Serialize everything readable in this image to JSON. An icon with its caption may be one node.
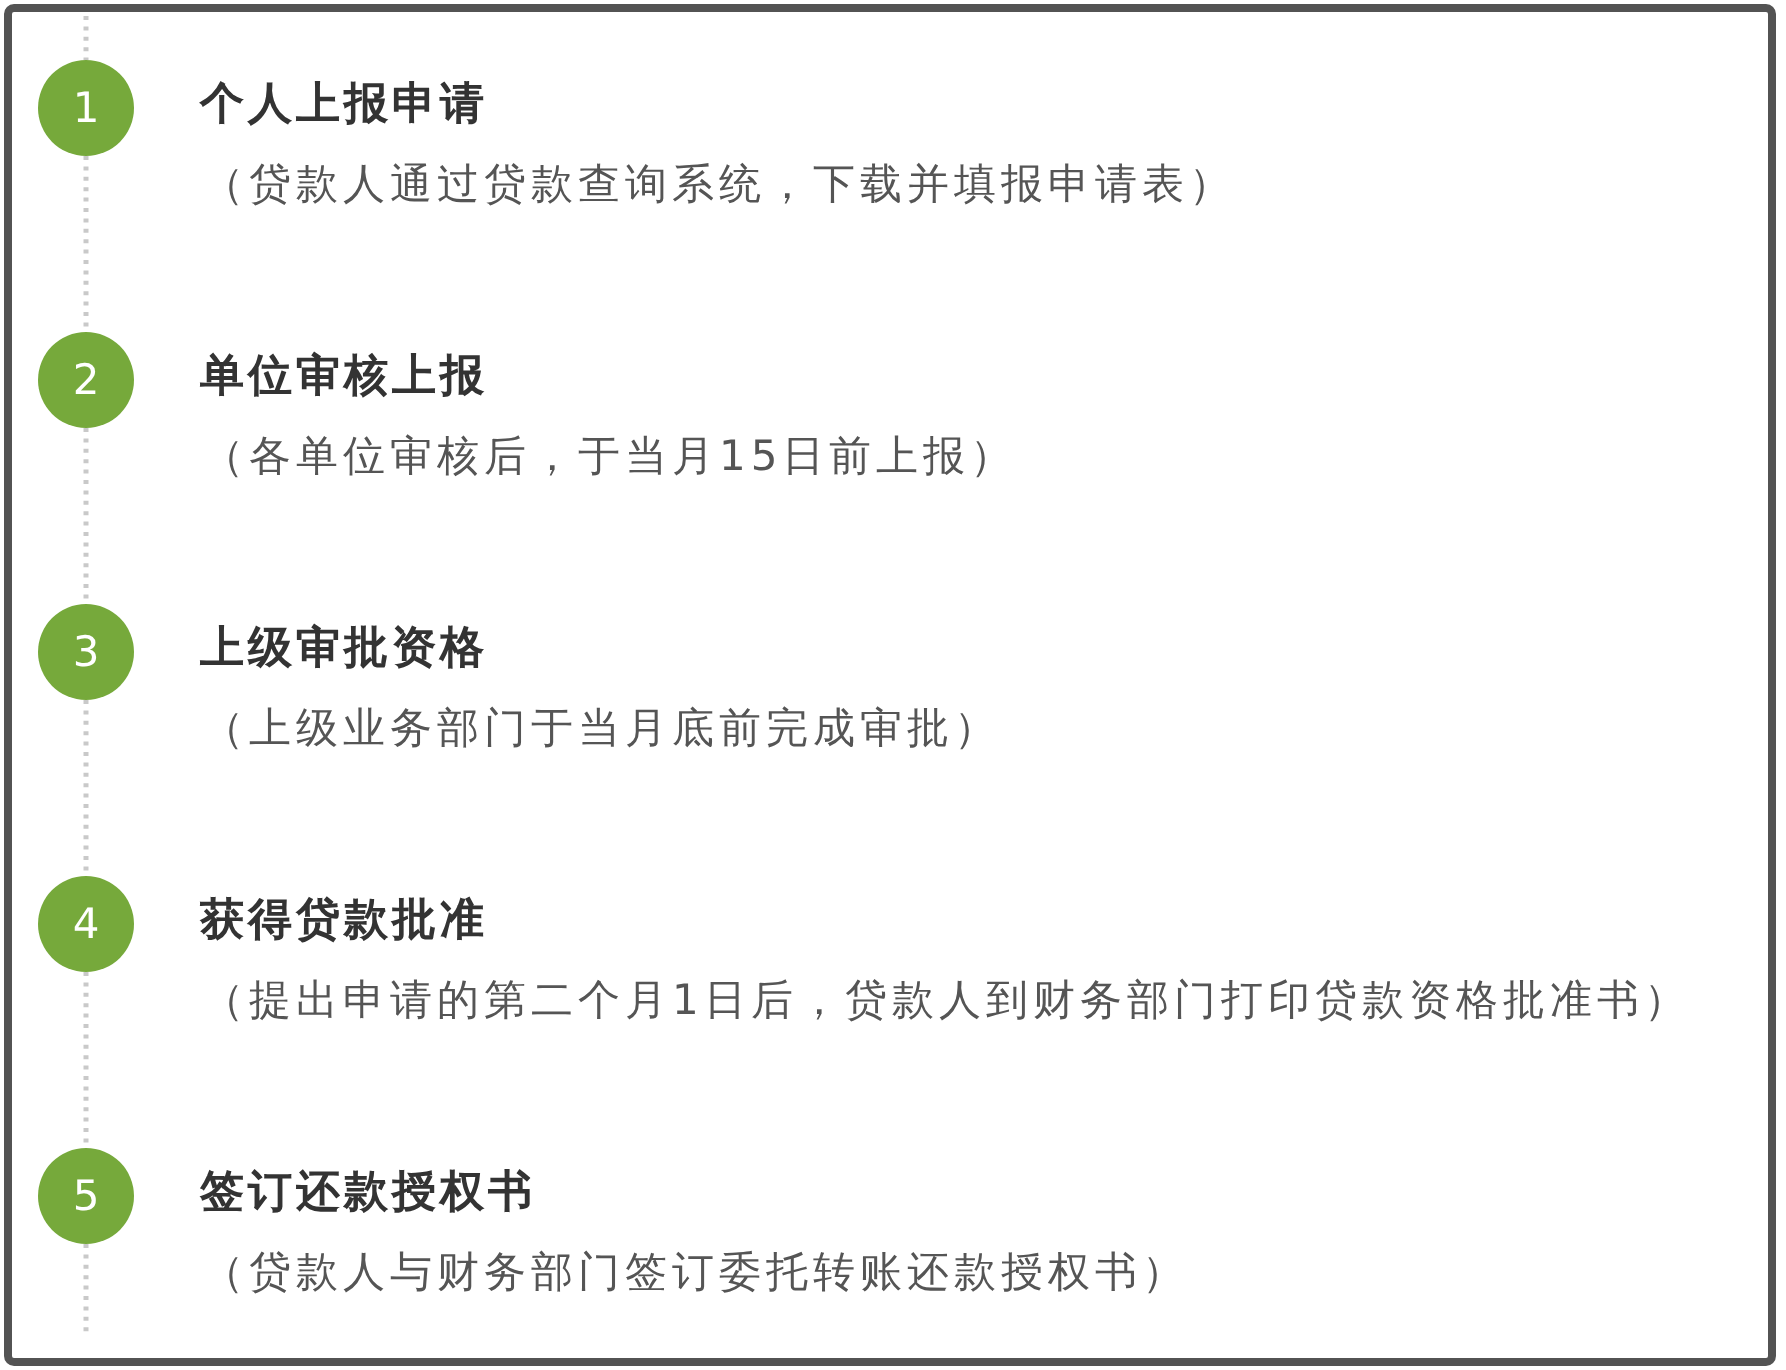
{
  "diagram": {
    "nodes": [
      {
        "text": [
          "1"
        ],
        "beside": [
          "个人上报申请",
          "（贷款人通过贷款查询系统，下载并填报申请表）"
        ]
      },
      {
        "text": [
          "2"
        ],
        "beside": [
          "单位审核上报",
          "（各单位审核后，于当月15日前上报）"
        ]
      },
      {
        "text": [
          "3"
        ],
        "beside": [
          "上级审批资格",
          "（上级业务部门于当月底前完成审批）"
        ]
      },
      {
        "text": [
          "4"
        ],
        "beside": [
          "获得贷款批准",
          "（提出申请的第二个月1日后，贷款人到财务部门打印贷款资格批准书）"
        ]
      },
      {
        "text": [
          "5"
        ],
        "beside": [
          "签订还款授权书",
          "（贷款人与财务部门签订委托转账还款授权书）"
        ]
      }
    ],
    "edges": [
      {
        "from": null,
        "to": 0,
        "arrow": "none",
        "style": "dashed"
      },
      {
        "from": 0,
        "to": 1,
        "arrow": "none",
        "style": "dashed"
      },
      {
        "from": 1,
        "to": 2,
        "arrow": "none",
        "style": "dashed"
      },
      {
        "from": 2,
        "to": 3,
        "arrow": "none",
        "style": "dashed"
      },
      {
        "from": 3,
        "to": 4,
        "arrow": "none",
        "style": "dashed"
      },
      {
        "from": 4,
        "to": null,
        "arrow": "none",
        "style": "dashed"
      }
    ]
  }
}
